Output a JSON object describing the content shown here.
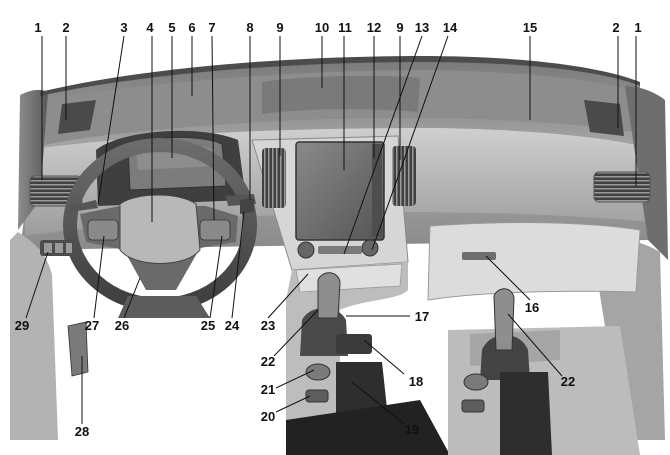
{
  "diagram": {
    "subject": "vehicle dashboard and centre console overview",
    "callouts": [
      {
        "id": "c1a",
        "label": "1"
      },
      {
        "id": "c2a",
        "label": "2"
      },
      {
        "id": "c3",
        "label": "3"
      },
      {
        "id": "c4",
        "label": "4"
      },
      {
        "id": "c5",
        "label": "5"
      },
      {
        "id": "c6",
        "label": "6"
      },
      {
        "id": "c7",
        "label": "7"
      },
      {
        "id": "c8",
        "label": "8"
      },
      {
        "id": "c9a",
        "label": "9"
      },
      {
        "id": "c10",
        "label": "10"
      },
      {
        "id": "c11",
        "label": "11"
      },
      {
        "id": "c12",
        "label": "12"
      },
      {
        "id": "c9b",
        "label": "9"
      },
      {
        "id": "c13",
        "label": "13"
      },
      {
        "id": "c14",
        "label": "14"
      },
      {
        "id": "c15",
        "label": "15"
      },
      {
        "id": "c2b",
        "label": "2"
      },
      {
        "id": "c1b",
        "label": "1"
      },
      {
        "id": "c16",
        "label": "16"
      },
      {
        "id": "c17",
        "label": "17"
      },
      {
        "id": "c18",
        "label": "18"
      },
      {
        "id": "c19",
        "label": "19"
      },
      {
        "id": "c20",
        "label": "20"
      },
      {
        "id": "c21",
        "label": "21"
      },
      {
        "id": "c22a",
        "label": "22"
      },
      {
        "id": "c22b",
        "label": "22"
      },
      {
        "id": "c23",
        "label": "23"
      },
      {
        "id": "c24",
        "label": "24"
      },
      {
        "id": "c25",
        "label": "25"
      },
      {
        "id": "c26",
        "label": "26"
      },
      {
        "id": "c27",
        "label": "27"
      },
      {
        "id": "c28",
        "label": "28"
      },
      {
        "id": "c29",
        "label": "29"
      }
    ]
  },
  "colors": {
    "dash_dark": "#5f5f5f",
    "dash_mid": "#9a9a9a",
    "dash_light": "#cfcfcf",
    "trim": "#e4e4e4",
    "screen": "#6e6e6e",
    "vent": "#3a3a3a",
    "floor": "#2a2a2a"
  }
}
